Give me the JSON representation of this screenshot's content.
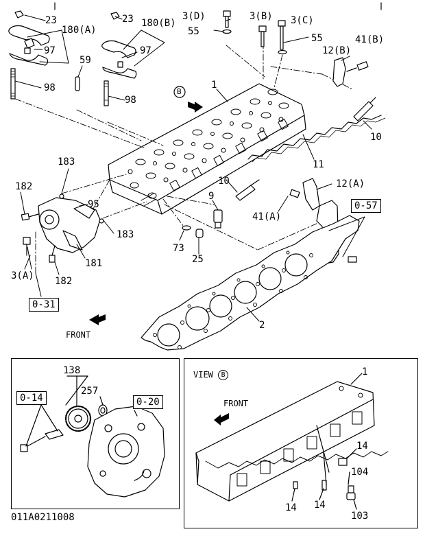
{
  "diagram_code": "011A0211008",
  "front_label_main": "FRONT",
  "view": {
    "prefix": "VIEW",
    "letter": "B"
  },
  "view_marker_letter": "B",
  "front_label_view": "FRONT",
  "ref_boxes": [
    "0-57",
    "0-31",
    "0-14",
    "0-20"
  ],
  "callouts": [
    "23",
    "180(A)",
    "97",
    "98",
    "59",
    "23",
    "180(B)",
    "97",
    "98",
    "3(D)",
    "55",
    "3(B)",
    "3(C)",
    "55",
    "41(B)",
    "12(B)",
    "1",
    "10",
    "11",
    "183",
    "182",
    "95",
    "10",
    "9",
    "12(A)",
    "41(A)",
    "183",
    "73",
    "25",
    "3(A)",
    "181",
    "182",
    "2",
    "138",
    "257",
    "1",
    "14",
    "104",
    "14",
    "14",
    "103"
  ]
}
